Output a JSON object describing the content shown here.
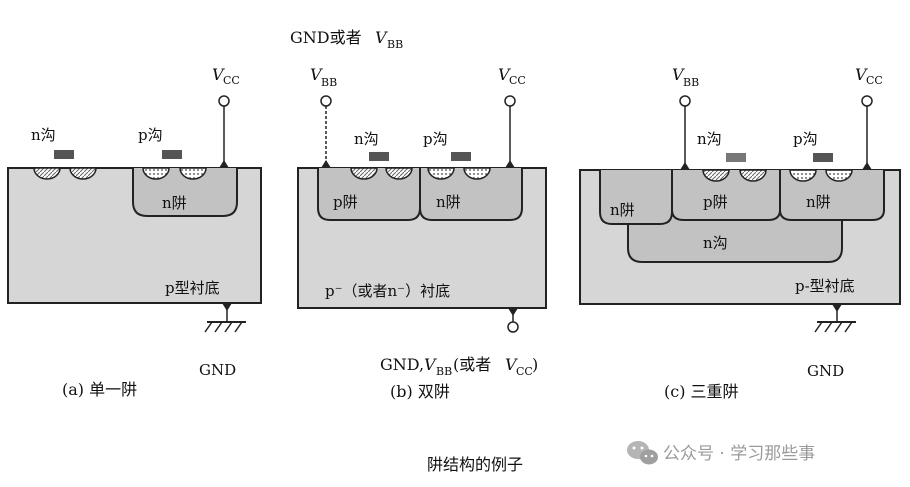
{
  "figure_caption": "阱结构的例子",
  "watermark": "公众号 · 学习那些事",
  "panel_a": {
    "caption": "(a) 单一阱",
    "vcc_label": "V",
    "vcc_sub": "CC",
    "n_channel": "n沟",
    "p_channel": "p沟",
    "well": "n阱",
    "substrate": "p型衬底",
    "ground": "GND"
  },
  "panel_b": {
    "top_label_prefix": "GND或者",
    "top_label_v": "V",
    "top_label_sub": "BB",
    "vbb_label": "V",
    "vbb_sub": "BB",
    "vcc_label": "V",
    "vcc_sub": "CC",
    "n_channel": "n沟",
    "p_channel": "p沟",
    "left_well": "p阱",
    "right_well": "n阱",
    "substrate": "p⁻（或者n⁻）衬底",
    "bottom_label_prefix": "GND,",
    "bottom_label_v": "V",
    "bottom_label_sub": "BB",
    "bottom_label_mid": "(或者",
    "bottom_label_v2": "V",
    "bottom_label_sub2": "CC",
    "bottom_label_end": ")",
    "caption": "(b) 双阱"
  },
  "panel_c": {
    "vbb_label": "V",
    "vbb_sub": "BB",
    "vcc_label": "V",
    "vcc_sub": "CC",
    "n_channel": "n沟",
    "p_channel": "p沟",
    "left_well": "n阱",
    "middle_well": "p阱",
    "right_well": "n阱",
    "deep_well": "n沟",
    "substrate": "p-型衬底",
    "ground": "GND",
    "caption": "(c) 三重阱"
  },
  "colors": {
    "substrate": "#d6d6d6",
    "well": "#c2c2c2",
    "outline": "#222222",
    "gate": "#555555"
  }
}
